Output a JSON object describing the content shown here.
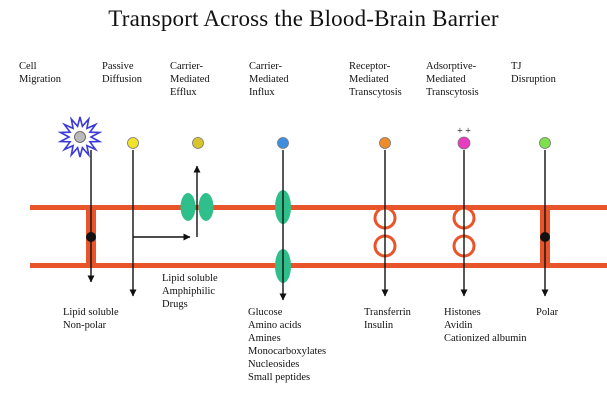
{
  "title": "Transport Across the Blood-Brain Barrier",
  "mechanisms": [
    {
      "id": "cell-migration",
      "label": "Cell\nMigration",
      "products": "Lipid soluble\nNon-polar"
    },
    {
      "id": "passive-diffusion",
      "label": "Passive\nDiffusion",
      "products": ""
    },
    {
      "id": "carrier-mediated-efflux",
      "label": "Carrier-\nMediated\nEfflux",
      "products": "Lipid soluble\nAmphiphilic\nDrugs"
    },
    {
      "id": "carrier-mediated-influx",
      "label": "Carrier-\nMediated\nInflux",
      "products": "Glucose\nAmino acids\nAmines\nMonocarboxylates\nNucleosides\nSmall peptides"
    },
    {
      "id": "receptor-mediated-transcytosis",
      "label": "Receptor-\nMediated\nTranscytosis",
      "products": "Transferrin\nInsulin"
    },
    {
      "id": "adsorptive-mediated-transcytosis",
      "label": "Adsorptive-\nMediated\nTranscytosis",
      "products": "Histones\nAvidin\nCationized albumin"
    },
    {
      "id": "tj-disruption",
      "label": "TJ\nDisruption",
      "products": "Polar"
    }
  ],
  "charges": "+  +",
  "colors": {
    "membrane": "#e8552a",
    "carrier": "#2fbf8a",
    "cell": "#b9b9b9",
    "cell_outline": "#3a3ad8",
    "yellow": "#f2e22a",
    "olive": "#d7c52b",
    "blue": "#3f8fe0",
    "orange": "#ef8c2a",
    "magenta": "#e63cc0",
    "green": "#7ee04a"
  }
}
